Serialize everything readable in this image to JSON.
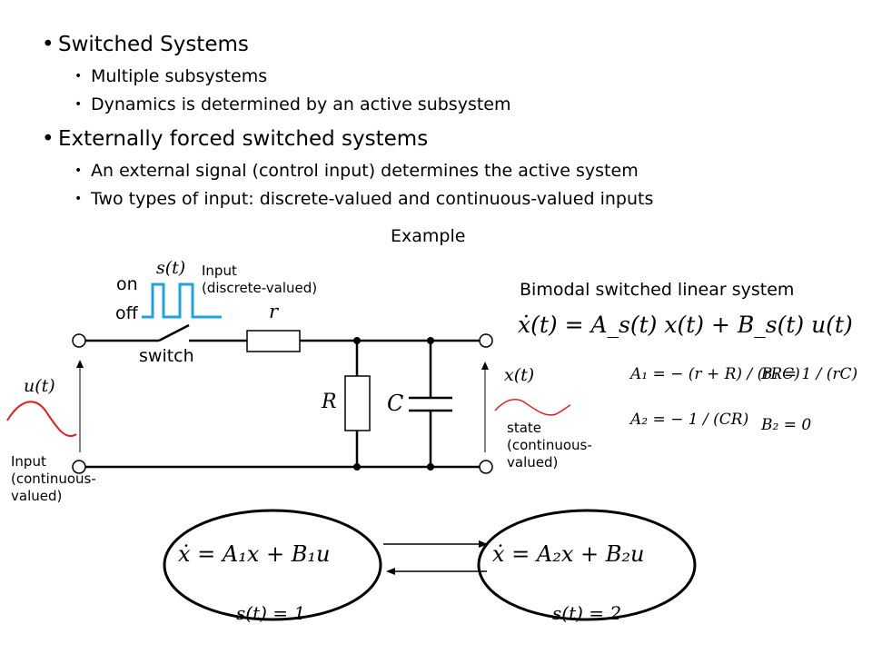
{
  "bullets": [
    {
      "text": "Switched Systems",
      "sub": [
        "Multiple subsystems",
        "Dynamics is determined by an active subsystem"
      ]
    },
    {
      "text": "Externally forced switched systems",
      "sub": [
        "An external signal (control input) determines the active system",
        "Two types of input: discrete-valued and continuous-valued inputs"
      ]
    }
  ],
  "example_title": "Example",
  "circuit": {
    "s_label": "s(t)",
    "input_discrete": [
      "Input",
      "(discrete-valued)"
    ],
    "on": "on",
    "off": "off",
    "switch": "switch",
    "r": "r",
    "R": "R",
    "C": "C",
    "u_label": "u(t)",
    "input_continuous": [
      "Input",
      "(continuous-",
      "valued)"
    ],
    "x_label": "x(t)",
    "state": [
      "state",
      "(continuous-",
      "valued)"
    ]
  },
  "system": {
    "title": "Bimodal switched linear system",
    "main_eq": "ẋ(t) = A_s(t) x(t) + B_s(t) u(t)",
    "A1": "A₁ = − (r + R) / (rRC)",
    "B1": "B₁ = 1 / (rC)",
    "A2": "A₂ = − 1 / (CR)",
    "B2": "B₂ = 0"
  },
  "modes": [
    {
      "eq": "ẋ = A₁x + B₁u",
      "label": "s(t) = 1"
    },
    {
      "eq": "ẋ = A₂x + B₂u",
      "label": "s(t) = 2"
    }
  ],
  "colors": {
    "signal_blue": "#1fa3e0",
    "signal_red": "#e02020"
  }
}
